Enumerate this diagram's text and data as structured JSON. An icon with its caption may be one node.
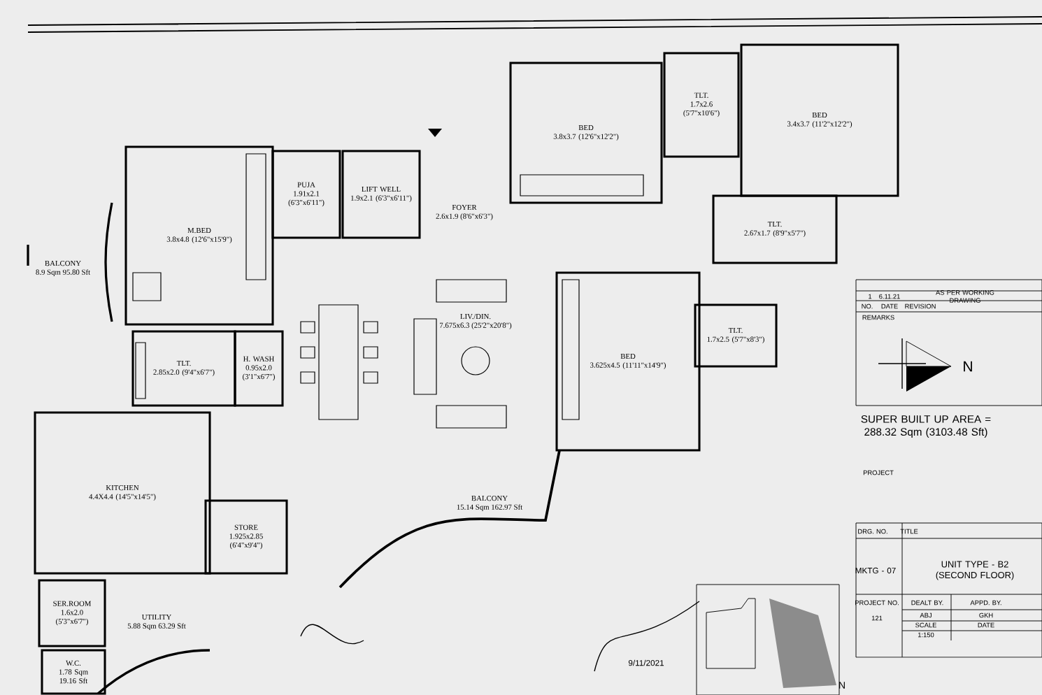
{
  "diagram": {
    "nodes": [
      {
        "text": [
          "M.BED",
          "3.8x4.8 (12'6\"x15'9\")"
        ]
      },
      {
        "text": [
          "PUJA",
          "1.91x2.1 (6'3\"x6'11\")"
        ]
      },
      {
        "text": [
          "LIFT WELL",
          "1.9x2.1 (6'3\"x6'11\")"
        ]
      },
      {
        "text": [
          "FOYER",
          "2.6x1.9 (8'6\"x6'3\")"
        ]
      },
      {
        "text": [
          "BED",
          "3.8x3.7 (12'6\"x12'2\")"
        ]
      },
      {
        "text": [
          "TLT.",
          "1.7x2.6 (5'7\"x10'6\")"
        ]
      },
      {
        "text": [
          "BED",
          "3.4x3.7 (11'2\"x12'2\")"
        ]
      },
      {
        "text": [
          "TLT.",
          "2.67x1.7 (8'9\"x5'7\")"
        ]
      },
      {
        "text": [
          "LIV./DIN.",
          "7.675x6.3 (25'2\"x20'8\")"
        ]
      },
      {
        "text": [
          "BED",
          "3.625x4.5 (11'11\"x14'9\")"
        ]
      },
      {
        "text": [
          "TLT.",
          "1.7x2.5 (5'7\"x8'3\")"
        ]
      },
      {
        "text": [
          "BALCONY",
          "8.9 Sqm 95.80 Sft"
        ]
      },
      {
        "text": [
          "TLT.",
          "2.85x2.0 (9'4\"x6'7\")"
        ]
      },
      {
        "text": [
          "H. WASH",
          "0.95x2.0 (3'1\"x6'7\")"
        ]
      },
      {
        "text": [
          "KITCHEN",
          "4.4X4.4 (14'5\"x14'5\")"
        ]
      },
      {
        "text": [
          "STORE",
          "1.925x2.85 (6'4\"x9'4\")"
        ]
      },
      {
        "text": [
          "BALCONY",
          "15.14 Sqm 162.97 Sft"
        ]
      },
      {
        "text": [
          "SER.ROOM",
          "1.6x2.0 (5'3\"x6'7\")"
        ]
      },
      {
        "text": [
          "UTILITY",
          "5.88 Sqm 63.29 Sft"
        ]
      },
      {
        "text": [
          "W.C.",
          "1.78 Sqm 19.16 Sft"
        ]
      }
    ],
    "labels": [
      "1",
      "6.11.21",
      "AS PER WORKING DRAWING",
      "NO.",
      "DATE",
      "REVISION",
      "REMARKS",
      "N",
      "SUPER BUILT UP AREA = 288.32 Sqm (3103.48 Sft)",
      "PROJECT",
      "DRG. NO.",
      "TITLE",
      "MKTG - 07",
      "UNIT TYPE - B2 (SECOND FLOOR)",
      "PROJECT NO.",
      "DEALT BY.",
      "APPD. BY.",
      "121",
      "ABJ",
      "GKH",
      "SCALE",
      "DATE",
      "1:150",
      "9/11/2021",
      "N"
    ]
  }
}
